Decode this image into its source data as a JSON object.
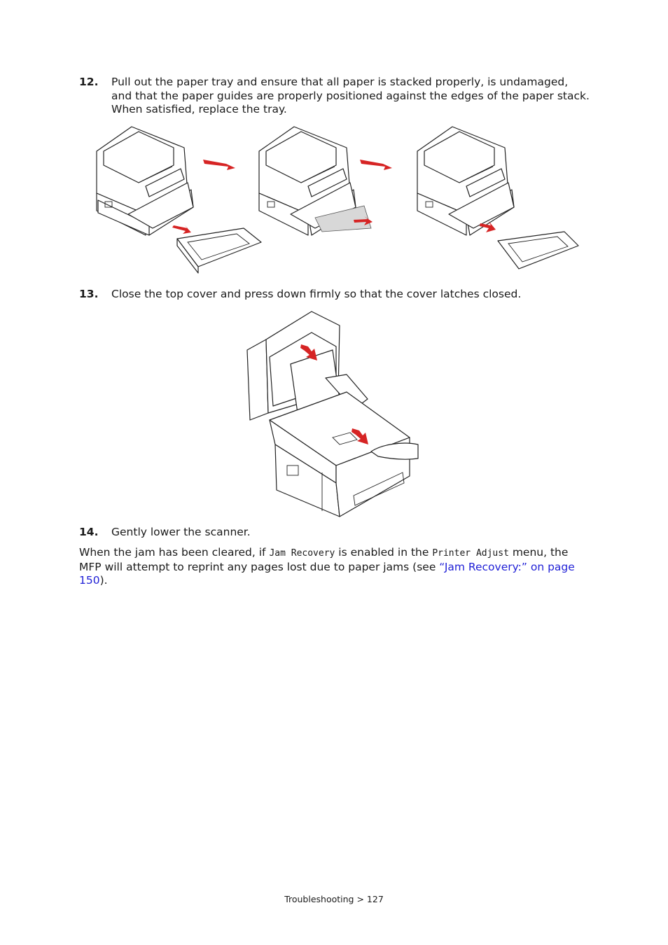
{
  "steps": [
    {
      "number": "12.",
      "text": "Pull out the paper tray and ensure that all paper is stacked properly, is undamaged, and that the paper guides are properly positioned against the edges of the paper stack. When satisfied, replace the tray."
    },
    {
      "number": "13.",
      "text": "Close the top cover and press down firmly so that the cover latches closed."
    },
    {
      "number": "14.",
      "text": "Gently lower the scanner."
    }
  ],
  "closing": {
    "part1": "When the jam has been cleared, if ",
    "code1": "Jam Recovery",
    "part2": " is enabled in the ",
    "code2": "Printer Adjust",
    "part3": " menu, the MFP will attempt to reprint any pages lost due to paper jams (see ",
    "link": "“Jam Recovery:” on page 150",
    "part4": ")."
  },
  "footer": "Troubleshooting > 127",
  "colors": {
    "link": "#1f1fd6",
    "arrow_red": "#d62424"
  },
  "illustrations": {
    "tray_sequence": "printer-tray-removal-and-replacement-illustration",
    "cover_closing": "printer-top-cover-closing-illustration"
  }
}
